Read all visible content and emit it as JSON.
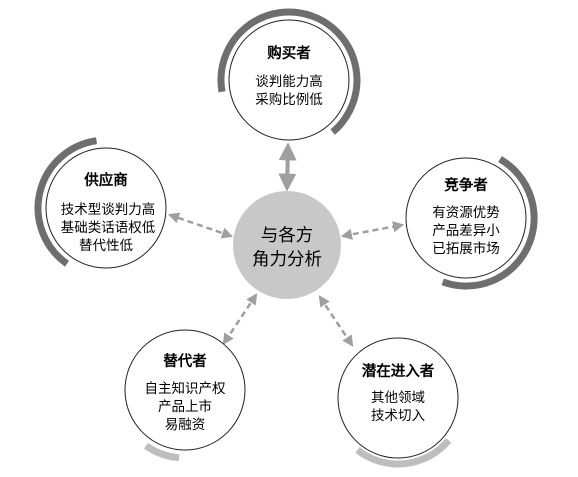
{
  "center": {
    "lines": [
      "与各方",
      "角力分析"
    ]
  },
  "nodes": {
    "buyer": {
      "title": "购买者",
      "lines": [
        "谈判能力高",
        "采购比例低"
      ]
    },
    "competitor": {
      "title": "竞争者",
      "lines": [
        "有资源优势",
        "产品差异小",
        "已拓展市场"
      ]
    },
    "supplier": {
      "title": "供应商",
      "lines": [
        "技术型谈判力高",
        "基础类话语权低",
        "替代性低"
      ]
    },
    "substitute": {
      "title": "替代者",
      "lines": [
        "自主知识产权",
        "产品上市",
        "易融资"
      ]
    },
    "entrant": {
      "title": "潜在进入者",
      "lines": [
        "其他领域",
        "技术切入"
      ]
    }
  },
  "colors": {
    "center_fill": "#c8c8c8",
    "node_stroke": "#231f20",
    "arc_dark": "#6d6e71",
    "arc_light": "#bcbec0",
    "arrow": "#9d9fa2"
  }
}
